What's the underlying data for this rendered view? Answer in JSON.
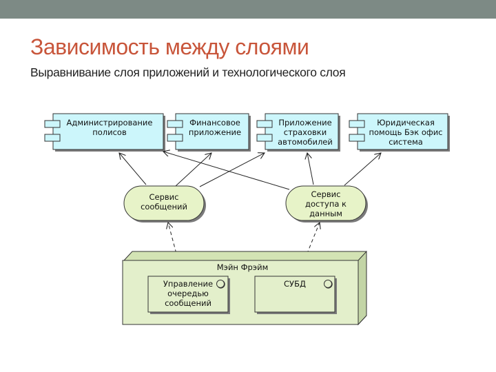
{
  "slide": {
    "title": "Зависимость между слоями",
    "subtitle": "Выравнивание слоя приложений и технологического слоя"
  },
  "diagram": {
    "applications": [
      {
        "lines": [
          "Администрирование",
          "полисов"
        ]
      },
      {
        "lines": [
          "Финансовое",
          "приложение"
        ]
      },
      {
        "lines": [
          "Приложение",
          "страховки",
          "автомобилей"
        ]
      },
      {
        "lines": [
          "Юридическая",
          "помощь Бэк офис",
          "система"
        ]
      }
    ],
    "services": [
      {
        "lines": [
          "Сервис",
          "сообщений"
        ]
      },
      {
        "lines": [
          "Сервис",
          "доступа к",
          "данным"
        ]
      }
    ],
    "node": {
      "label": "Мэйн Фрэйм",
      "components": [
        {
          "lines": [
            "Управление",
            "очередью",
            "сообщений"
          ]
        },
        {
          "lines": [
            "СУБД"
          ]
        }
      ]
    }
  },
  "colors": {
    "application_fill": "#ccf6fb",
    "service_fill": "#e7f3c8",
    "node_fill": "#e3efcb",
    "title": "#c8553a",
    "top_bar": "#7d8a85"
  }
}
